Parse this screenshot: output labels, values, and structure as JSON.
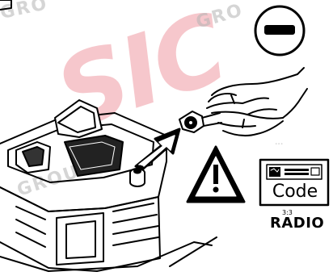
{
  "watermarks": {
    "brand_top": "GRO",
    "brand_mid": "GRO",
    "brand_left": "GROU",
    "big_letters": "SIC",
    "small_mark": "..."
  },
  "radio_panel": {
    "code_text": "Code",
    "figure_ref": "3:3",
    "label": "RADIO"
  },
  "icons": {
    "negative_terminal": "minus-circle-icon",
    "warning": "warning-triangle-icon",
    "direction": "arrow-icon"
  },
  "colors": {
    "line_art": "#000000",
    "background": "#ffffff",
    "watermark_red": "#e03a4a",
    "watermark_grey": "#b4b4b4"
  }
}
